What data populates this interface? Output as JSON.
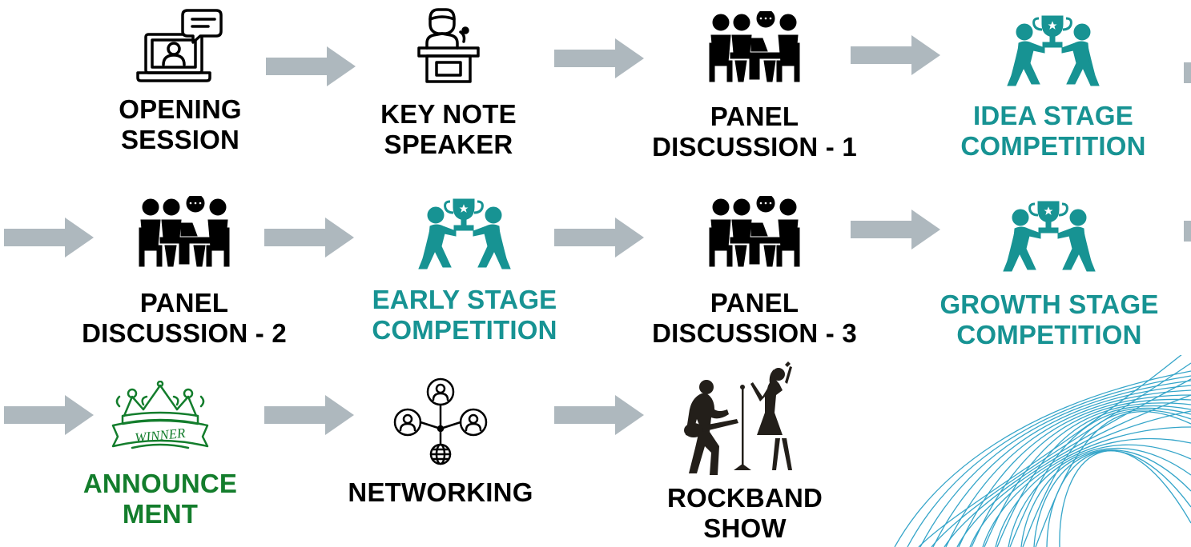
{
  "colors": {
    "black": "#000000",
    "teal": "#179393",
    "green": "#137d2c",
    "arrow": "#aeb8be",
    "mesh": "#35a5c9"
  },
  "steps": [
    {
      "id": "opening",
      "icon": "laptop-video-call-icon",
      "line1": "OPENING",
      "line2": "SESSION",
      "color": "black"
    },
    {
      "id": "keynote",
      "icon": "podium-speaker-icon",
      "line1": "KEY NOTE",
      "line2": "SPEAKER",
      "color": "black"
    },
    {
      "id": "panel1",
      "icon": "panel-discussion-icon",
      "line1": "PANEL",
      "line2": "DISCUSSION - 1",
      "color": "black"
    },
    {
      "id": "idea",
      "icon": "trophy-competition-icon",
      "line1": "IDEA STAGE",
      "line2": "COMPETITION",
      "color": "teal"
    },
    {
      "id": "panel2",
      "icon": "panel-discussion-icon",
      "line1": "PANEL",
      "line2": "DISCUSSION - 2",
      "color": "black"
    },
    {
      "id": "early",
      "icon": "trophy-competition-icon",
      "line1": "EARLY STAGE",
      "line2": "COMPETITION",
      "color": "teal"
    },
    {
      "id": "panel3",
      "icon": "panel-discussion-icon",
      "line1": "PANEL",
      "line2": "DISCUSSION - 3",
      "color": "black"
    },
    {
      "id": "growth",
      "icon": "trophy-competition-icon",
      "line1": "GROWTH STAGE",
      "line2": "COMPETITION",
      "color": "teal"
    },
    {
      "id": "announce",
      "icon": "winner-crown-icon",
      "line1": "ANNOUNCE",
      "line2": "MENT",
      "color": "green",
      "badge": "WINNER"
    },
    {
      "id": "networking",
      "icon": "network-people-icon",
      "line1": "NETWORKING",
      "line2": "",
      "color": "black"
    },
    {
      "id": "rockband",
      "icon": "rockband-silhouette-icon",
      "line1": "ROCKBAND",
      "line2": "SHOW",
      "color": "black"
    }
  ]
}
